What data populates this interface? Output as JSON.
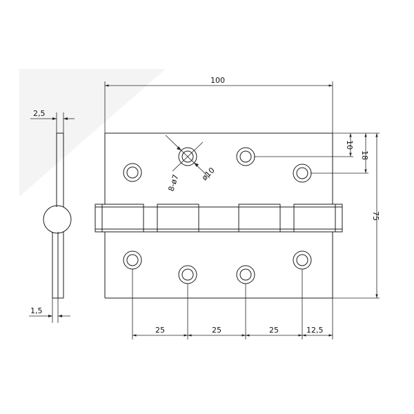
{
  "drawing": {
    "dimensions": {
      "overall_width": "100",
      "top_offset": "10",
      "second_offset": "18",
      "height": "75",
      "leaf_thickness": "2,5",
      "gap": "1,5",
      "hole_spacing_1": "25",
      "hole_spacing_2": "25",
      "hole_spacing_3": "25",
      "edge_offset": "12,5",
      "hole_outer": "ø10",
      "hole_inner": "8-ø7"
    }
  }
}
